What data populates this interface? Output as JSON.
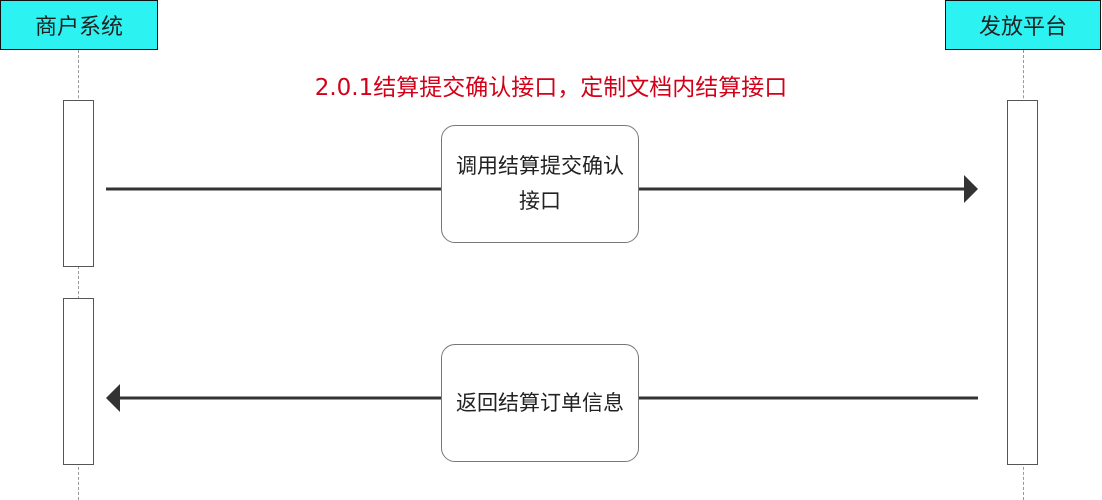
{
  "participants": {
    "left": "商户系统",
    "right": "发放平台"
  },
  "note": "2.0.1结算提交确认接口，定制文档内结算接口",
  "messages": [
    {
      "label": "调用结算提交确认接口",
      "direction": "right"
    },
    {
      "label": "返回结算订单信息",
      "direction": "left"
    }
  ],
  "colors": {
    "participant_fill": "#2cf2f2",
    "note_text": "#d20018",
    "arrow": "#333333"
  }
}
